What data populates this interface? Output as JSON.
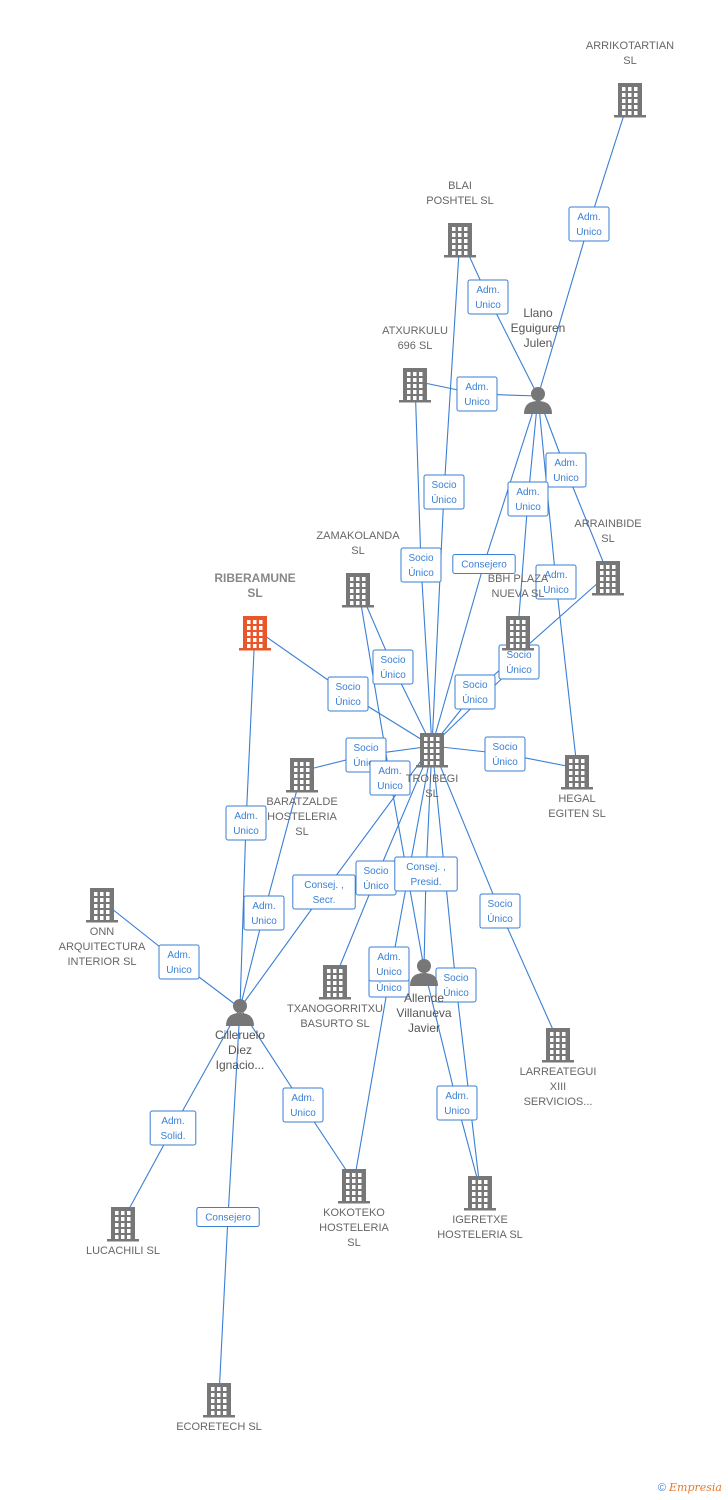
{
  "colors": {
    "edge": "#3a7fd5",
    "company": "#777777",
    "focus": "#e8562a",
    "person": "#777777"
  },
  "nodes": [
    {
      "id": "arrikotartian",
      "kind": "company",
      "label": [
        "ARRIKOTARTIAN",
        "SL"
      ]
    },
    {
      "id": "blai",
      "kind": "company",
      "label": [
        "BLAI",
        "POSHTEL  SL"
      ]
    },
    {
      "id": "atxurkulu",
      "kind": "company",
      "label": [
        "ATXURKULU",
        "696  SL"
      ]
    },
    {
      "id": "llano",
      "kind": "person",
      "label": [
        "Llano",
        "Eguiguren",
        "Julen"
      ]
    },
    {
      "id": "arrainbide",
      "kind": "company",
      "label": [
        "ARRAINBIDE",
        "SL"
      ]
    },
    {
      "id": "zamakolanda",
      "kind": "company",
      "label": [
        "ZAMAKOLANDA",
        "SL"
      ]
    },
    {
      "id": "riberamune",
      "kind": "focus",
      "label": [
        "RIBERAMUNE",
        "SL"
      ]
    },
    {
      "id": "bbh",
      "kind": "company",
      "label": [
        "BBH PLAZA",
        "NUEVA SL"
      ]
    },
    {
      "id": "troibegi",
      "kind": "company",
      "label": [
        "TROIBEGI",
        "SL"
      ]
    },
    {
      "id": "hegal",
      "kind": "company",
      "label": [
        "HEGAL",
        "EGITEN  SL"
      ]
    },
    {
      "id": "baratzalde",
      "kind": "company",
      "label": [
        "BARATZALDE",
        "HOSTELERIA",
        "SL"
      ]
    },
    {
      "id": "onn",
      "kind": "company",
      "label": [
        "ONN",
        "ARQUITECTURA",
        "INTERIOR SL"
      ]
    },
    {
      "id": "txanogorritxu",
      "kind": "company",
      "label": [
        "TXANOGORRITXU",
        "BASURTO  SL"
      ]
    },
    {
      "id": "allende",
      "kind": "person",
      "label": [
        "Allende",
        "Villanueva",
        "Javier"
      ]
    },
    {
      "id": "cilleruelo",
      "kind": "person",
      "label": [
        "Cilleruelo",
        "Diez",
        "Ignacio..."
      ]
    },
    {
      "id": "larreategui",
      "kind": "company",
      "label": [
        "LARREATEGUI",
        "XIII",
        "SERVICIOS..."
      ]
    },
    {
      "id": "kokoteko",
      "kind": "company",
      "label": [
        "KOKOTEKO",
        "HOSTELERIA",
        "SL"
      ]
    },
    {
      "id": "igeretxe",
      "kind": "company",
      "label": [
        "IGERETXE",
        "HOSTELERIA SL"
      ]
    },
    {
      "id": "lucachili",
      "kind": "company",
      "label": [
        "LUCACHILI  SL"
      ]
    },
    {
      "id": "ecoretech",
      "kind": "company",
      "label": [
        "ECORETECH SL"
      ]
    }
  ],
  "edges": [
    {
      "from": "llano",
      "to": "arrikotartian",
      "label": [
        "Adm.",
        "Unico"
      ]
    },
    {
      "from": "llano",
      "to": "blai",
      "label": [
        "Adm.",
        "Unico"
      ]
    },
    {
      "from": "llano",
      "to": "atxurkulu",
      "label": [
        "Adm.",
        "Unico"
      ]
    },
    {
      "from": "llano",
      "to": "arrainbide",
      "label": [
        "Adm.",
        "Unico"
      ]
    },
    {
      "from": "llano",
      "to": "bbh",
      "label": [
        "Adm.",
        "Unico"
      ]
    },
    {
      "from": "llano",
      "to": "hegal",
      "label": [
        "Adm.",
        "Unico"
      ]
    },
    {
      "from": "llano",
      "to": "troibegi",
      "label": [
        "Consejero"
      ]
    },
    {
      "from": "troibegi",
      "to": "blai",
      "label": [
        "Socio",
        "Único"
      ]
    },
    {
      "from": "troibegi",
      "to": "atxurkulu",
      "label": [
        "Socio",
        "Único"
      ]
    },
    {
      "from": "troibegi",
      "to": "zamakolanda",
      "label": [
        "Socio",
        "Único"
      ]
    },
    {
      "from": "troibegi",
      "to": "riberamune",
      "label": [
        "Socio",
        "Único"
      ]
    },
    {
      "from": "troibegi",
      "to": "bbh",
      "label": [
        "Socio",
        "Único"
      ]
    },
    {
      "from": "troibegi",
      "to": "arrainbide",
      "label": [
        "Socio",
        "Único"
      ]
    },
    {
      "from": "troibegi",
      "to": "hegal",
      "label": [
        "Socio",
        "Único"
      ]
    },
    {
      "from": "troibegi",
      "to": "baratzalde",
      "label": [
        "Socio",
        "Único"
      ]
    },
    {
      "from": "troibegi",
      "to": "txanogorritxu",
      "label": [
        "Socio",
        "Único"
      ]
    },
    {
      "from": "troibegi",
      "to": "larreategui",
      "label": [
        "Socio",
        "Único"
      ]
    },
    {
      "from": "troibegi",
      "to": "kokoteko",
      "label": [
        "Socio",
        "Único"
      ]
    },
    {
      "from": "troibegi",
      "to": "igeretxe",
      "label": [
        "Socio",
        "Único"
      ]
    },
    {
      "from": "allende",
      "to": "troibegi",
      "label": [
        "Consej. ,",
        "Presid."
      ]
    },
    {
      "from": "allende",
      "to": "zamakolanda",
      "label": [
        "Adm.",
        "Unico"
      ]
    },
    {
      "from": "allende",
      "to": "igeretxe",
      "label": [
        "Adm.",
        "Unico"
      ]
    },
    {
      "from": "cilleruelo",
      "to": "troibegi",
      "label": [
        "Consej. ,",
        "Secr."
      ]
    },
    {
      "from": "cilleruelo",
      "to": "riberamune",
      "label": [
        "Adm.",
        "Unico"
      ]
    },
    {
      "from": "cilleruelo",
      "to": "baratzalde",
      "label": [
        "Adm.",
        "Unico"
      ]
    },
    {
      "from": "cilleruelo",
      "to": "onn",
      "label": [
        "Adm.",
        "Unico"
      ]
    },
    {
      "from": "cilleruelo",
      "to": "lucachili",
      "label": [
        "Adm.",
        "Solid."
      ]
    },
    {
      "from": "cilleruelo",
      "to": "kokoteko",
      "label": [
        "Adm.",
        "Unico"
      ]
    },
    {
      "from": "cilleruelo",
      "to": "ecoretech",
      "label": [
        "Consejero"
      ]
    },
    {
      "from": "txanogorritxu",
      "to": "txanogorritxu",
      "label": [
        "Adm.",
        "Unico"
      ]
    }
  ],
  "footer": {
    "copyright": "©",
    "brand": "Empresia"
  }
}
